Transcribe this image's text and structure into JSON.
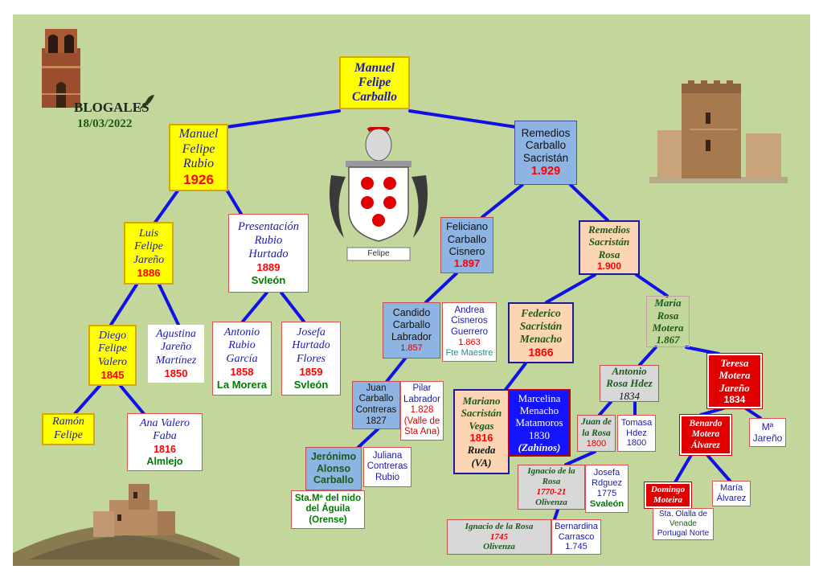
{
  "header": {
    "blog": "BLOGALES",
    "date": "18/03/2022"
  },
  "crest": {
    "name": "Felipe"
  },
  "people": {
    "root": {
      "name": [
        "Manuel",
        "Felipe",
        "Carballo"
      ]
    },
    "manuel_rubio": {
      "name": [
        "Manuel",
        "Felipe",
        "Rubio"
      ],
      "year": "1926"
    },
    "remedios_carballo": {
      "name": [
        "Remedios",
        "Carballo",
        "Sacristán"
      ],
      "year": "1.929"
    },
    "luis": {
      "name": [
        "Luis",
        "Felipe",
        "Jareño"
      ],
      "year": "1886"
    },
    "presentacion": {
      "name": [
        "Presentación",
        "Rubio",
        "Hurtado"
      ],
      "year": "1889",
      "place": "Svleón"
    },
    "feliciano": {
      "name": [
        "Feliciano",
        "Carballo",
        "Cisnero"
      ],
      "year": "1.897"
    },
    "remedios_sacristan": {
      "name": [
        "Remedios",
        "Sacristán",
        "Rosa"
      ],
      "year": "1.900"
    },
    "diego": {
      "name": [
        "Diego",
        "Felipe",
        "Valero"
      ],
      "year": "1845"
    },
    "agustina": {
      "name": [
        "Agustina",
        "Jareño",
        "Martínez"
      ],
      "year": "1850"
    },
    "antonio_rubio": {
      "name": [
        "Antonio",
        "Rubio",
        "García"
      ],
      "year": "1858",
      "place": "La Morera"
    },
    "josefa_hurtado": {
      "name": [
        "Josefa",
        "Hurtado",
        "Flores"
      ],
      "year": "1859",
      "place": "Svleón"
    },
    "candido": {
      "name": [
        "Candido",
        "Carballo",
        "Labrador"
      ],
      "year": "1.857"
    },
    "andrea": {
      "name": [
        "Andrea",
        "Cisneros",
        "Guerrero"
      ],
      "year": "1.863",
      "place": "Fte Maestre"
    },
    "federico": {
      "name": [
        "Federico",
        "Sacristán",
        "Menacho"
      ],
      "year": "1866"
    },
    "maria_rosa": {
      "name": [
        "María",
        "Rosa",
        "Motera"
      ],
      "year": "1.867"
    },
    "ramon": {
      "name": [
        "Ramón",
        "Felipe"
      ]
    },
    "ana": {
      "name": [
        "Ana Valero",
        "Faba"
      ],
      "year": "1816",
      "place": "Almlejo"
    },
    "juan_carballo": {
      "name": [
        "Juan",
        "Carballo",
        "Contreras"
      ],
      "year": "1827"
    },
    "pilar": {
      "name": [
        "Pilar",
        "Labrador"
      ],
      "year": "1.828",
      "place": "(Valle de Sta Ana)"
    },
    "mariano": {
      "name": [
        "Mariano",
        "Sacristán",
        "Vegas"
      ],
      "year": "1816",
      "place": "Rueda",
      "extra": "(VA)"
    },
    "marcelina": {
      "name": [
        "Marcelina",
        "Menacho",
        "Matamoros"
      ],
      "year": "1830",
      "place": "(Zahínos)"
    },
    "antonio_rosa": {
      "name": [
        "Antonio",
        "Rosa Hdez"
      ],
      "year": "1834"
    },
    "teresa": {
      "name": [
        "Teresa",
        "Motera",
        "Jareño"
      ],
      "year": "1834"
    },
    "jeronimo": {
      "name": [
        "Jerónimo",
        "Alonso",
        "Carballo"
      ]
    },
    "juliana": {
      "name": [
        "Juliana",
        "Contreras",
        "Rubio"
      ]
    },
    "sta_maria": {
      "text": [
        "Sta.Mª del nido",
        "del Águila",
        "(Orense)"
      ]
    },
    "juan_rosa": {
      "name": [
        "Juan de",
        "la Rosa"
      ],
      "year": "1800"
    },
    "tomasa": {
      "name": [
        "Tomasa",
        "Hdez"
      ],
      "year": "1800"
    },
    "benardo": {
      "name": [
        "Benardo",
        "Motera",
        "Álvarez"
      ]
    },
    "ma_jareno": {
      "name": [
        "Mª",
        "Jareño"
      ]
    },
    "ignacio_1770": {
      "name": [
        "Ignacio de la",
        "Rosa"
      ],
      "year": "1770-21",
      "place": "Olivenza"
    },
    "josefa_rdguez": {
      "name": [
        "Josefa",
        "Rdguez"
      ],
      "year": "1775",
      "place": "Svaleón"
    },
    "domingo": {
      "name": [
        "Domingo",
        "Moteira"
      ]
    },
    "maria_alvarez": {
      "name": [
        "María",
        "Álvarez"
      ]
    },
    "sta_olalla": {
      "text": [
        "Sta. Olalla de",
        "Venade",
        "Portugal Norte"
      ]
    },
    "ignacio_1745": {
      "name": [
        "Ignacio de la Rosa"
      ],
      "year": "1745",
      "place": "Olivenza"
    },
    "bernardina": {
      "name": [
        "Bernardina",
        "Carrasco"
      ],
      "year": "1.745"
    }
  }
}
